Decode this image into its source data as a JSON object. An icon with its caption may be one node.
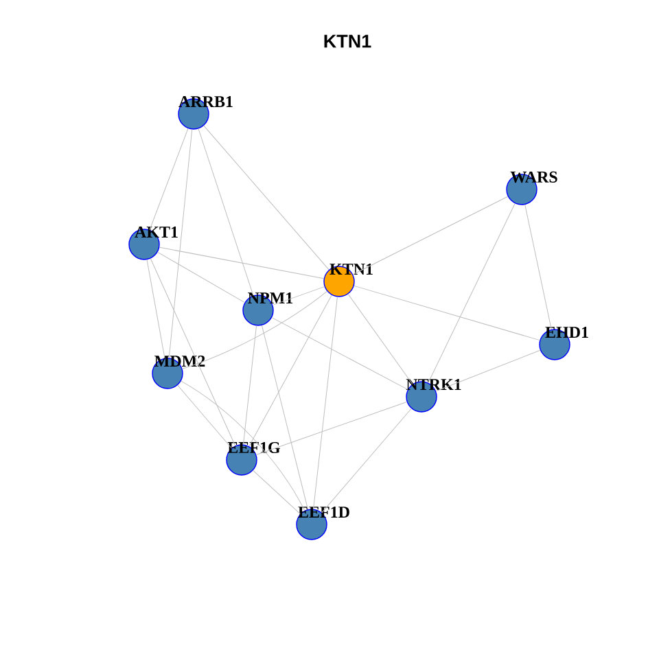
{
  "diagram": {
    "title": "KTN1",
    "nodes": [
      {
        "text": [
          "ARRB1"
        ]
      },
      {
        "text": [
          "WARS"
        ]
      },
      {
        "text": [
          "AKT1"
        ]
      },
      {
        "text": [
          "KTN1"
        ]
      },
      {
        "text": [
          "NPM1"
        ]
      },
      {
        "text": [
          "EHD1"
        ]
      },
      {
        "text": [
          "MDM2"
        ]
      },
      {
        "text": [
          "NTRK1"
        ]
      },
      {
        "text": [
          "EEF1G"
        ]
      },
      {
        "text": [
          "EEF1D"
        ]
      }
    ],
    "edges": [
      {
        "from": 0,
        "to": 2,
        "arrow": "none"
      },
      {
        "from": 0,
        "to": 6,
        "arrow": "none"
      },
      {
        "from": 0,
        "to": 4,
        "arrow": "none"
      },
      {
        "from": 0,
        "to": 3,
        "arrow": "none"
      },
      {
        "from": 2,
        "to": 3,
        "arrow": "none"
      },
      {
        "from": 2,
        "to": 4,
        "arrow": "none"
      },
      {
        "from": 2,
        "to": 6,
        "arrow": "none"
      },
      {
        "from": 2,
        "to": 8,
        "arrow": "none"
      },
      {
        "from": 3,
        "to": 1,
        "arrow": "none"
      },
      {
        "from": 3,
        "to": 5,
        "arrow": "none"
      },
      {
        "from": 3,
        "to": 7,
        "arrow": "none"
      },
      {
        "from": 3,
        "to": 8,
        "arrow": "none"
      },
      {
        "from": 3,
        "to": 9,
        "arrow": "none"
      },
      {
        "from": 3,
        "to": 4,
        "arrow": "none"
      },
      {
        "from": 3,
        "to": 6,
        "arrow": "none"
      },
      {
        "from": 1,
        "to": 7,
        "arrow": "none"
      },
      {
        "from": 1,
        "to": 5,
        "arrow": "none"
      },
      {
        "from": 4,
        "to": 7,
        "arrow": "none"
      },
      {
        "from": 4,
        "to": 8,
        "arrow": "none"
      },
      {
        "from": 4,
        "to": 9,
        "arrow": "none"
      },
      {
        "from": 7,
        "to": 5,
        "arrow": "none"
      },
      {
        "from": 7,
        "to": 8,
        "arrow": "none"
      },
      {
        "from": 7,
        "to": 9,
        "arrow": "none"
      },
      {
        "from": 6,
        "to": 8,
        "arrow": "none"
      },
      {
        "from": 6,
        "to": 9,
        "arrow": "none"
      },
      {
        "from": 8,
        "to": 9,
        "arrow": "none"
      }
    ]
  }
}
